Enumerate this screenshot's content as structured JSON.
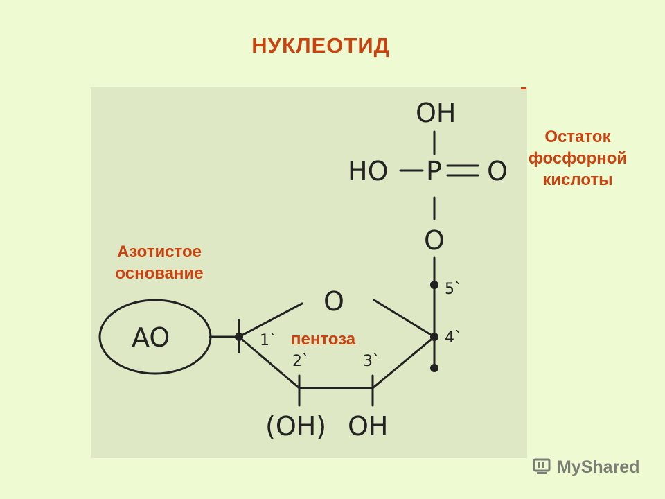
{
  "title": "НУКЛЕОТИД",
  "labels": {
    "phosphate": [
      "Остаток",
      "фосфорной",
      "кислоты"
    ],
    "base": [
      "Азотистое",
      "основание"
    ],
    "pentose": "пентоза"
  },
  "formula": {
    "oh_top": "OH",
    "ho_left": "HO",
    "phosphorus": "P",
    "o_double": "O",
    "o_ester": "O",
    "o_ring": "O",
    "base_abbrev": "AO",
    "oh_2": "(OH)",
    "oh_3": "OH",
    "carbon_1": "1`",
    "carbon_2": "2`",
    "carbon_3": "3`",
    "carbon_4": "4`",
    "carbon_5": "5`"
  },
  "watermark": "MyShared",
  "colors": {
    "accent": "#c8430f",
    "background": "#eefad2",
    "panel": "#dfe8c4"
  }
}
